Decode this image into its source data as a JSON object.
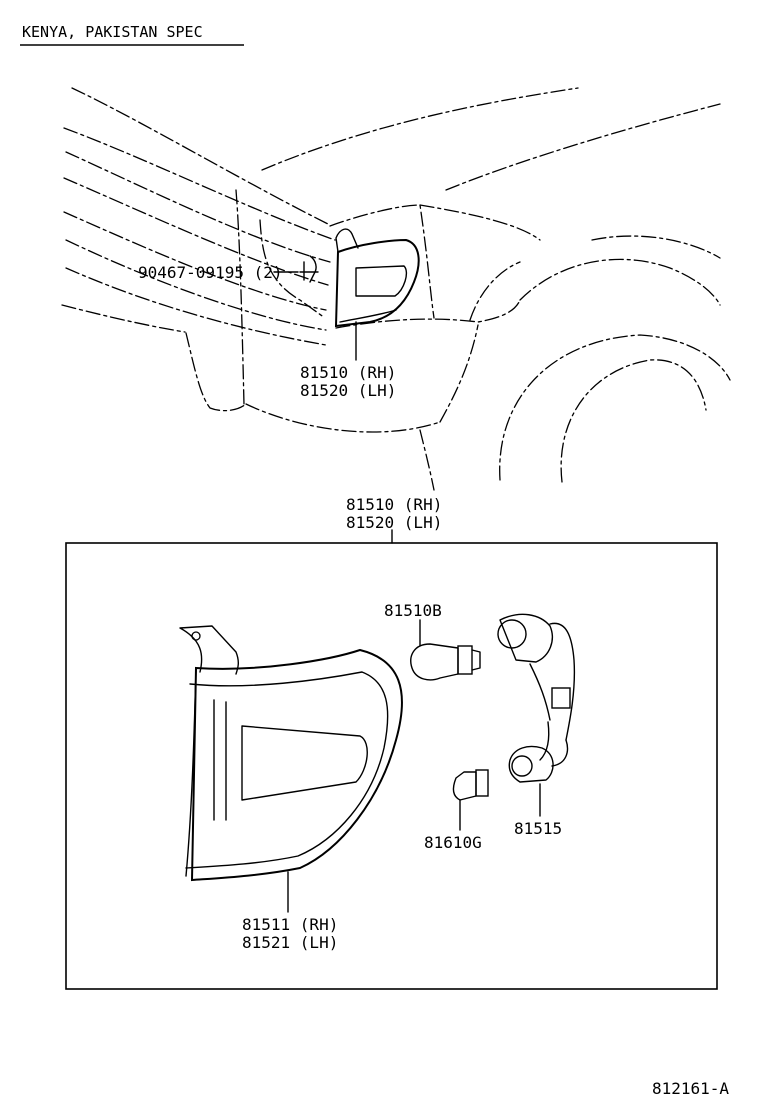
{
  "header": {
    "spec": "KENYA, PAKISTAN SPEC"
  },
  "callouts": {
    "clip": "90467-09195 (2)",
    "top_rh": "81510 (RH)",
    "top_lh": "81520 (LH)",
    "box_rh": "81510 (RH)",
    "box_lh": "81520 (LH)",
    "bulb_main": "81510B",
    "bulb_small": "81610G",
    "socket": "81515",
    "lens_rh": "81511 (RH)",
    "lens_lh": "81521 (LH)"
  },
  "footer": {
    "diagram_id": "812161-A"
  },
  "colors": {
    "ink": "#000000",
    "paper": "#ffffff"
  }
}
